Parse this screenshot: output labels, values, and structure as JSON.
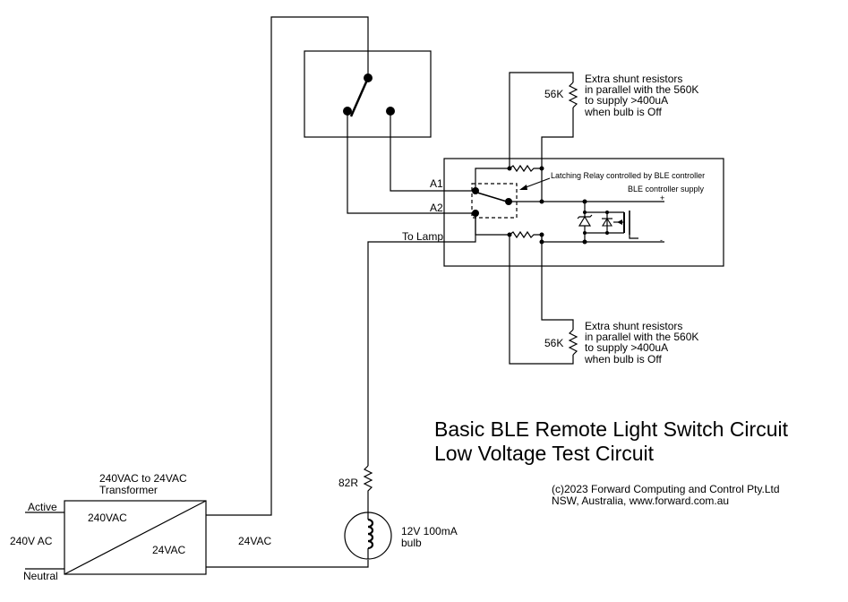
{
  "title_line1": "Basic BLE Remote Light Switch Circuit",
  "title_line2": "Low Voltage Test Circuit",
  "copyright_line1": "(c)2023 Forward Computing and Control Pty.Ltd",
  "copyright_line2": "NSW, Australia, www.forward.com.au",
  "transformer": {
    "label_line1": "240VAC to 24VAC",
    "label_line2": "Transformer",
    "primary": "240VAC",
    "secondary": "24VAC"
  },
  "mains": {
    "active": "Active",
    "neutral": "Neutral",
    "supply": "240V AC"
  },
  "secondary_supply": "24VAC",
  "resistor_82": "82R",
  "bulb": {
    "line1": "12V 100mA",
    "line2": "bulb"
  },
  "relay": {
    "label": "Latching Relay controlled by BLE controller",
    "supply": "BLE controller supply",
    "plus": "+",
    "minus": "-",
    "a1": "A1",
    "a2": "A2",
    "to_lamp": "To Lamp"
  },
  "shunt_top": {
    "value": "56K",
    "lines": [
      "Extra shunt resistors",
      "in parallel with the 560K",
      "to supply >400uA",
      "when bulb is Off"
    ]
  },
  "shunt_bottom": {
    "value": "56K",
    "lines": [
      "Extra shunt resistors",
      "in parallel with the 560K",
      "to supply >400uA",
      "when bulb is Off"
    ]
  }
}
